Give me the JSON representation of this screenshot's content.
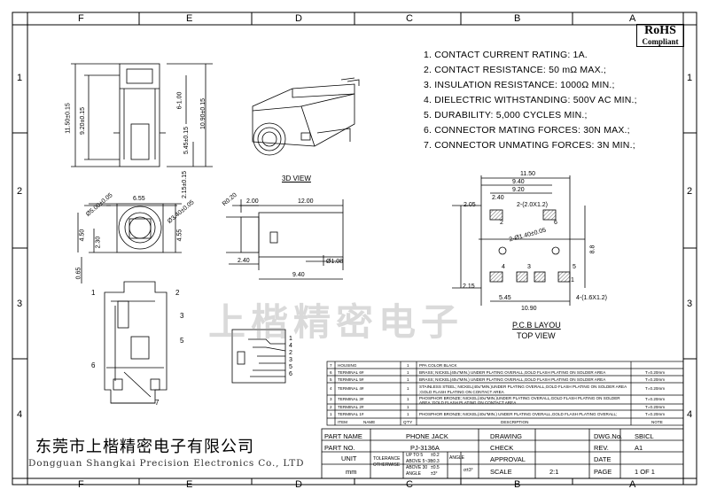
{
  "zones": {
    "cols": [
      "F",
      "E",
      "D",
      "C",
      "B",
      "A"
    ],
    "rows": [
      "1",
      "2",
      "3",
      "4"
    ]
  },
  "rohs": {
    "line1": "RoHS",
    "line2": "Compliant"
  },
  "specs": [
    "1. CONTACT CURRENT RATING: 1A.",
    "2. CONTACT RESISTANCE: 50 mΩ MAX.;",
    "3. INSULATION RESISTANCE: 1000Ω MIN.;",
    "4. DIELECTRIC WITHSTANDING: 500V AC MIN.;",
    "5. DURABILITY: 5,000 CYCLES MIN.;",
    "6. CONNECTOR MATING FORCES: 30N    MAX.;",
    "7. CONNECTOR UNMATING FORCES: 3N MIN.;"
  ],
  "view_labels": {
    "view_3d": "3D VIEW",
    "pcb_line1": "P.C.B LAYOU",
    "pcb_line2": "TOP VIEW"
  },
  "dims": {
    "d11_50": "11.50±0.15",
    "d9_20": "9.20±0.15",
    "d6_100": "6-1.00",
    "d10_90": "10.90±0.15",
    "d5_45": "5.45±0.15",
    "d6_55": "6.55",
    "d2_15": "2.15±0.15",
    "d5_00": "Ø5.00±0.05",
    "d3_40": "Ø3.40±0.05",
    "d4_50": "4.50",
    "d2_30": "2.30",
    "d4_55": "4.55",
    "d0_65": "0.65",
    "r0_20": "R0.20",
    "d2_00": "2.00",
    "d12_00": "12.00",
    "d2_40": "2.40",
    "d1_08": "Ø1.08",
    "d9_40": "9.40",
    "p11_50": "11.50",
    "p9_40": "9.40",
    "p9_20": "9.20",
    "p2_05": "2.05",
    "p2_40": "2.40",
    "p2x": "2-(2.0X1.2)",
    "p2phi": "2-Ø1.40±0.05",
    "p8_8": "8.8",
    "p2_15": "2.15",
    "p5_45": "5.45",
    "p10_90": "10.90",
    "p4x": "4-(1.6X1.2)"
  },
  "pins": {
    "pcb_top": [
      "2",
      "6"
    ],
    "pcb_bottom": [
      "4",
      "3",
      "5",
      "1"
    ],
    "side": [
      "1",
      "2",
      "3",
      "6",
      "5",
      "7"
    ],
    "schem": [
      "1",
      "4",
      "2",
      "3",
      "5",
      "6"
    ]
  },
  "bom": {
    "rows": [
      {
        "no": "7",
        "item": "HOUSING",
        "qty": "1",
        "desc": "PPA  COLOR BLACK",
        "note": ""
      },
      {
        "no": "6",
        "item": "TERMINAL 6#",
        "qty": "1",
        "desc": "BRASS; NICKEL(40u\"MIN.) UNDER PLATING OVERALL,GOLD FLASH PLATING ON SOLDER AREA",
        "note": "T=0.20mm"
      },
      {
        "no": "5",
        "item": "TERMINAL 5#",
        "qty": "1",
        "desc": "BRASS; NICKEL(40u\"MIN.) UNDER PLATING OVERALL,GOLD FLASH PLATING ON SOLDER AREA",
        "note": "T=0.20mm"
      },
      {
        "no": "4",
        "item": "TERMINAL 4#",
        "qty": "1",
        "desc": "STAINLESS STEEL; NICKEL(40u\"MIN.)UNDER PLATING OVERALL,GOLD FLASH PLATING ON SOLDER AREA ;GOLD FLASH PLATING ON CONTACT AREA",
        "note": "T=0.20mm"
      },
      {
        "no": "3",
        "item": "TERMINAL 3#",
        "qty": "1",
        "desc": "PHOSPHOR BRONZE; NICKEL(40u\"MIN.)UNDER PLATING OVERALL,GOLD FLASH PLATING ON SOLDER AREA ;GOLD FLASH PLATING ON CONTACT AREA",
        "note": "T=0.20mm"
      },
      {
        "no": "2",
        "item": "TERMINAL 2#",
        "qty": "1",
        "desc": "",
        "note": "T=0.20mm"
      },
      {
        "no": "1",
        "item": "TERMINAL 1#",
        "qty": "1",
        "desc": "PHOSPHOR BRONZE; NICKEL(40u\"MIN.) UNDER PLATING OVERALL,GOLD FLASH PLATING OVERALL;",
        "note": "T=0.20mm"
      }
    ],
    "header": {
      "no": "",
      "item": "ITEM",
      "name": "NAME",
      "qty": "Q'TY",
      "desc": "DESCRIPTION",
      "note": "NOTE"
    }
  },
  "company": {
    "cn": "东莞市上楷精密电子有限公司",
    "en": "Dongguan Shangkai Precision Electronics Co., LTD",
    "watermark": "上楷精密电子"
  },
  "title_block": {
    "part_name_label": "PART NAME",
    "part_name": "PHONE JACK",
    "drawing_label": "DRAWING",
    "dwg_label": "DWG.No.",
    "dwg_value": "SBICL",
    "part_no_label": "PART NO.",
    "part_no": "PJ-3136A",
    "check_label": "CHECK",
    "rev_label": "REV.",
    "rev_value": "A1",
    "unit_label": "UNIT",
    "unit_value": "mm",
    "tol_label": "TOLERANCE",
    "other_label": "OTHERWISE",
    "tol_lines": [
      "UP TO 5",
      "ABOVE 5~30",
      "ABOVE 30"
    ],
    "tol_values": [
      "±0.2",
      "±0.3",
      "±0.5"
    ],
    "angle_label": "ANGLE",
    "angle_value": "±3°",
    "angle2": "σ±3°",
    "approval_label": "APPROVAL",
    "date_label": "DATE",
    "scale_label": "SCALE",
    "scale_value": "2:1",
    "page_label": "PAGE",
    "page_value": "1 OF 1"
  }
}
